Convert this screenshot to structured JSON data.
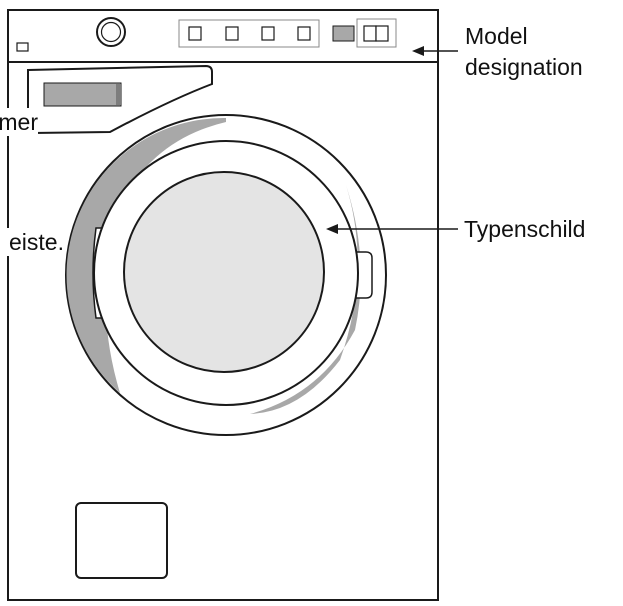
{
  "labels": {
    "model_line1": "Model",
    "model_line2": "designation",
    "type_plate": "Typenschild",
    "cut_top": "mer",
    "cut_middle": "eiste."
  },
  "colors": {
    "outline": "#1a1a1a",
    "grey_fill": "#a8a8a8",
    "glass_fill": "#e4e4e4",
    "background": "#ffffff"
  },
  "icons": {
    "arrow": "arrow-left-icon",
    "program_knob": "dial-knob-icon"
  }
}
